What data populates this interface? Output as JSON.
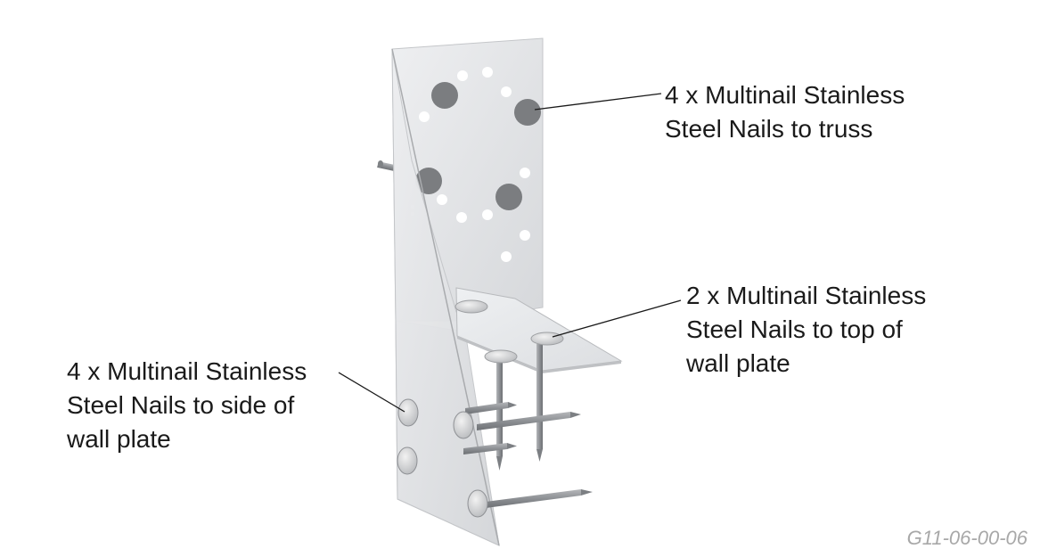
{
  "callouts": {
    "truss": {
      "line1": "4 x Multinail Stainless",
      "line2": "Steel Nails to truss"
    },
    "top_of_wall_plate": {
      "line1": "2 x Multinail Stainless",
      "line2": "Steel Nails to top of",
      "line3": "wall plate"
    },
    "side_of_wall_plate": {
      "line1": "4 x Multinail Stainless",
      "line2": "Steel Nails to side of",
      "line3": "wall plate"
    }
  },
  "drawing_ref": "G11-06-00-06",
  "colors": {
    "plate": "#e3e4e6",
    "plate_shade": "#c9cbce",
    "nail_head": "#d8d8d8",
    "hole_filled": "#7b7d80",
    "text": "#1a1a1a",
    "ref_text": "#a8a8a8"
  }
}
